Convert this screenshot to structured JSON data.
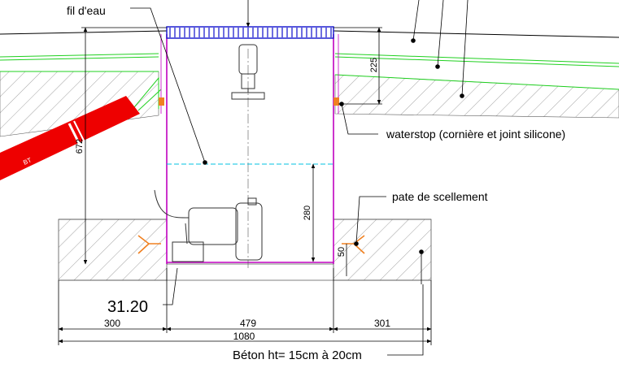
{
  "labels": {
    "fil_deau": "fil d'eau",
    "waterstop": "waterstop (cornière et joint silicone)",
    "pate": "pate de scellement",
    "level": "31.20",
    "beton": "Béton ht= 15cm à 20cm",
    "pipe_tag": "BT"
  },
  "dimensions": {
    "d225": "225",
    "d672": "672",
    "d280": "280",
    "d50": "50",
    "d300": "300",
    "d479": "479",
    "d301": "301",
    "d1080": "1080"
  },
  "colors": {
    "chamber": "#c000c0",
    "grating": "#2020d0",
    "green_line": "#20d020",
    "pipe": "#ee0000",
    "water_line": "#00c0e0",
    "anchor": "#f08020",
    "hatch": "#909090"
  }
}
